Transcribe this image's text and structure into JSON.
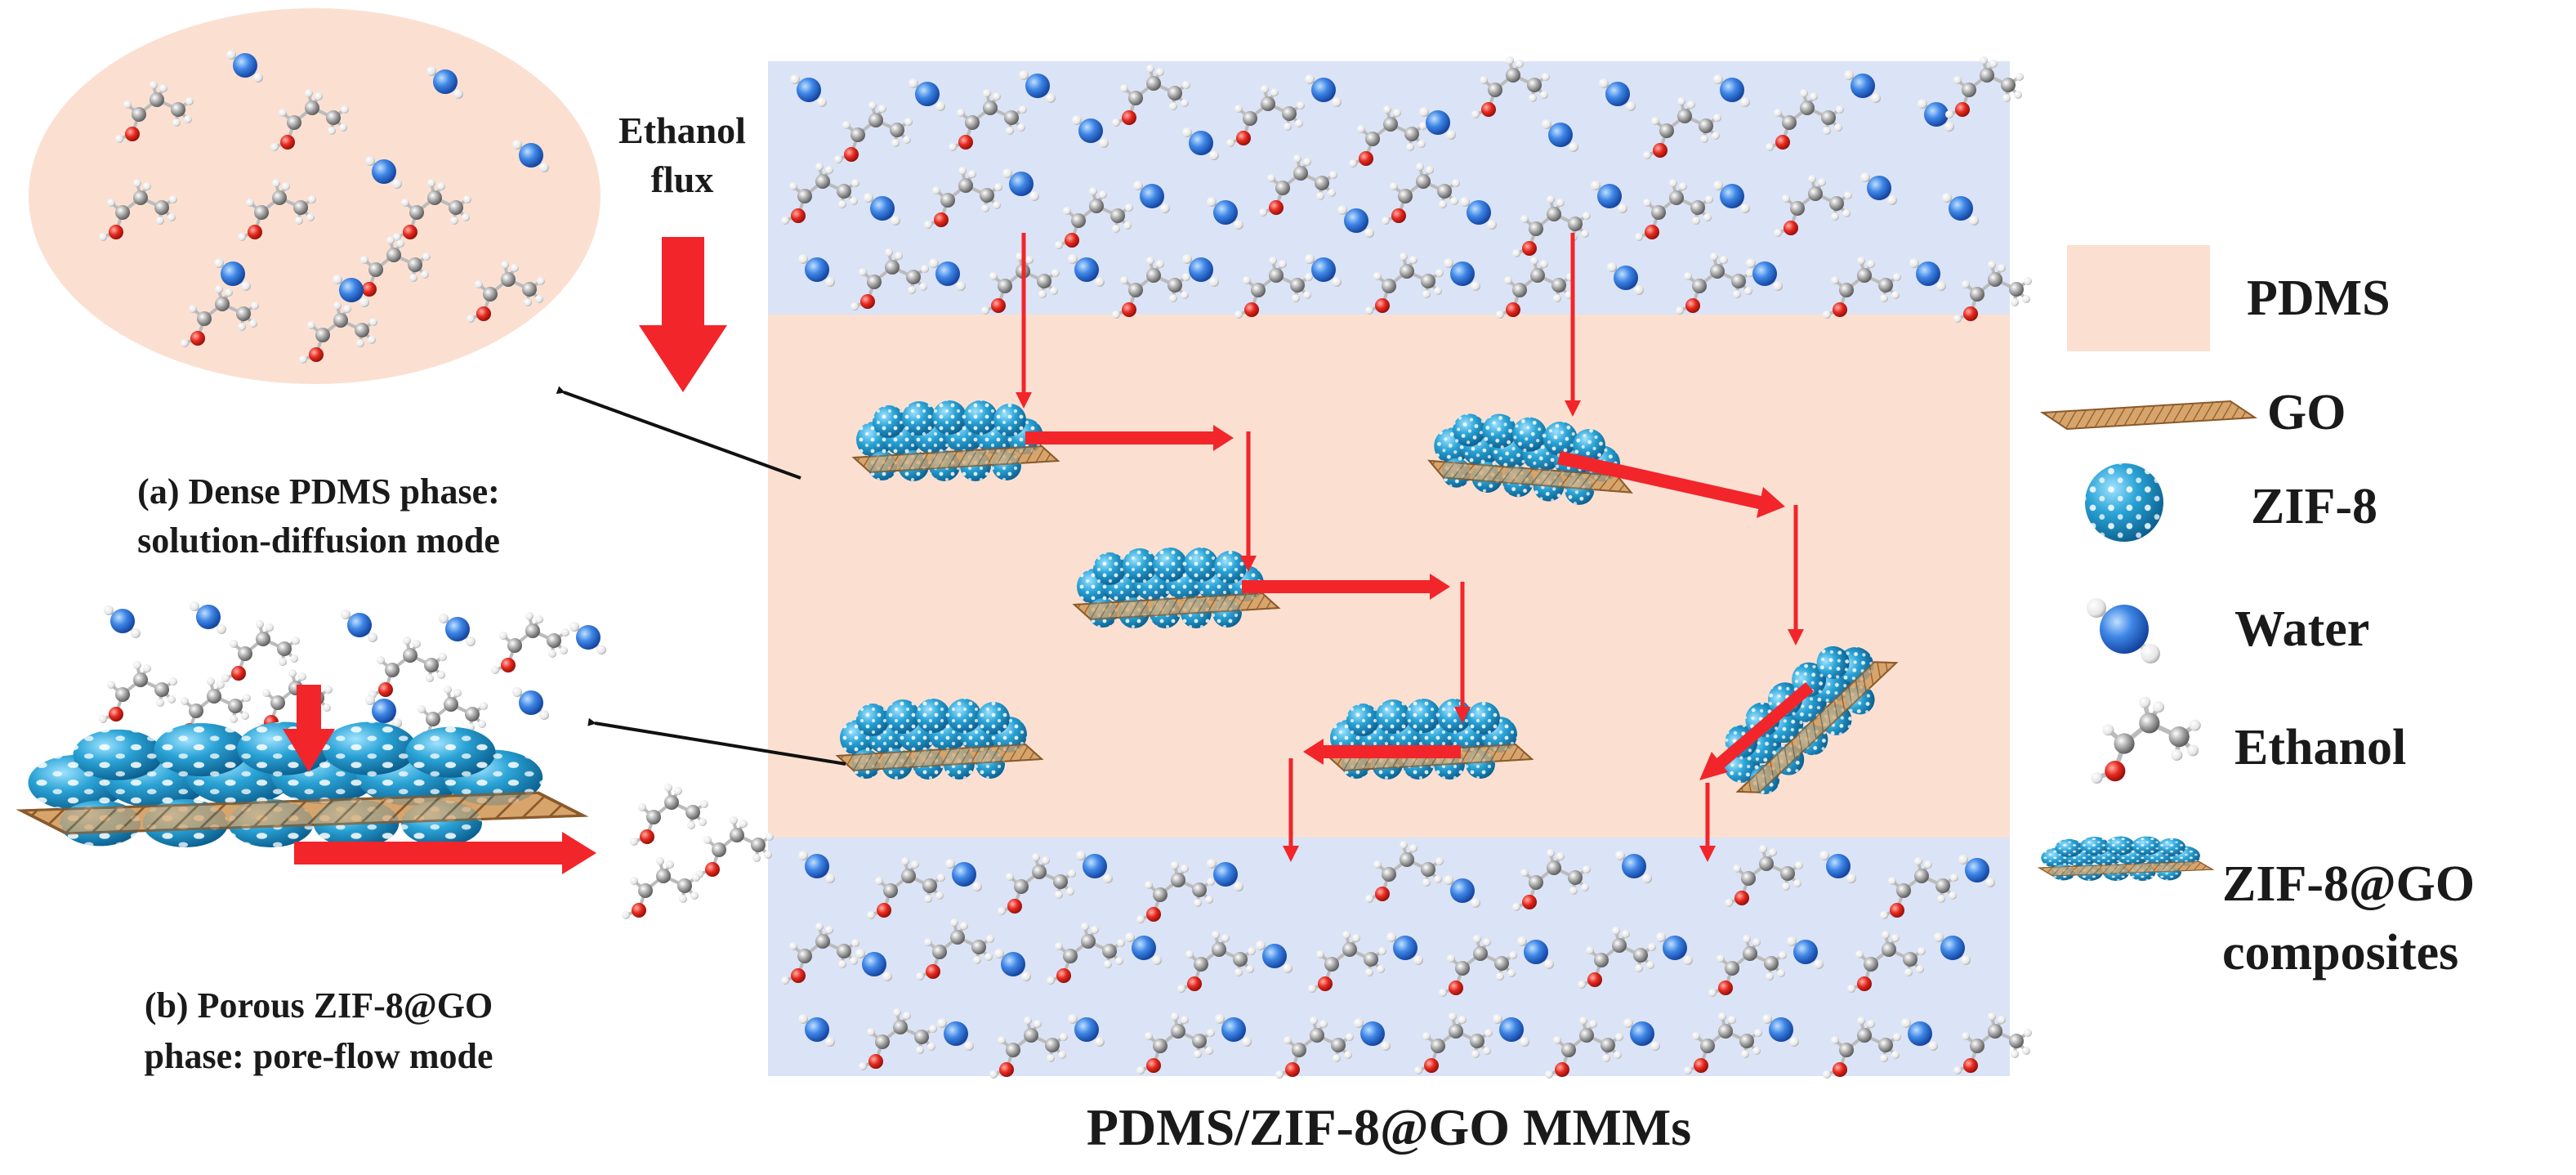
{
  "colors": {
    "pdms": "#fbe0d2",
    "water_layer": "#dbe3f6",
    "arrow_red": "#f2252a",
    "go_sheet": "#c9965f",
    "zif": "#2f9fd2",
    "water_ball": "#3b7fe0",
    "oxygen": "#e0261c",
    "carbon": "#9a9a9a",
    "hydrogen": "#f4f4f4"
  },
  "labels": {
    "ethanol_flux": [
      "Ethanol",
      "flux"
    ],
    "dense_phase": [
      "(a) Dense PDMS phase:",
      "solution-diffusion mode"
    ],
    "porous_phase": [
      "(b) Porous ZIF-8@GO",
      "phase: pore-flow mode"
    ],
    "membrane_title": "PDMS/ZIF-8@GO MMMs"
  },
  "legend": {
    "pdms": "PDMS",
    "go": "GO",
    "zif8": "ZIF-8",
    "water": "Water",
    "ethanol": "Ethanol",
    "composite": [
      "ZIF-8@GO",
      "composites"
    ]
  },
  "icons": {
    "water_molecule": "water-molecule-icon",
    "ethanol_molecule": "ethanol-molecule-icon",
    "zif8_particle": "zif8-sphere-icon",
    "go_sheet": "graphene-oxide-sheet-icon"
  }
}
